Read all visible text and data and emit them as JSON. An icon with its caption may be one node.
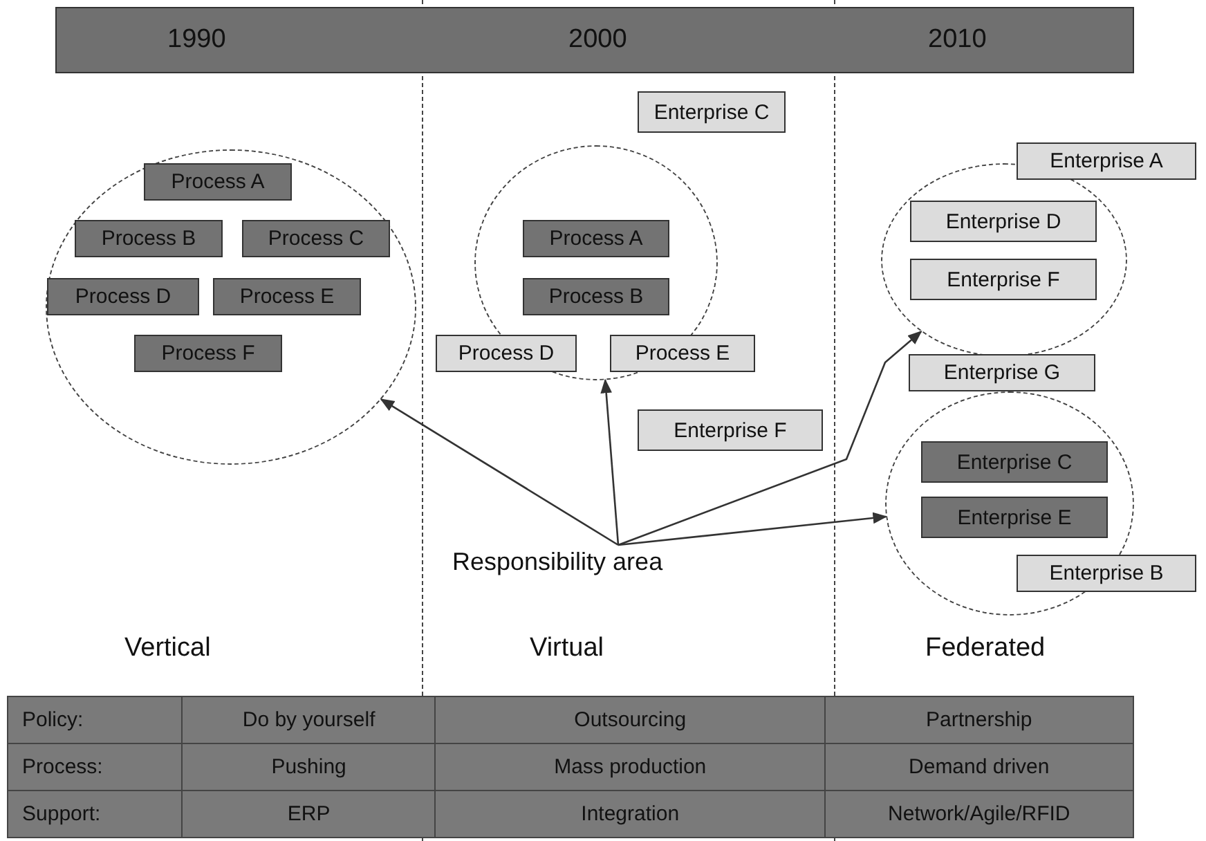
{
  "diagram": {
    "nodes": [
      {
        "text": [
          "1990",
          "2000",
          "2010"
        ]
      },
      {
        "text": [],
        "shape": "circle"
      },
      {
        "text": [
          "Process A"
        ],
        "in": 1
      },
      {
        "text": [
          "Process B"
        ],
        "in": 1
      },
      {
        "text": [
          "Process C"
        ],
        "in": 1
      },
      {
        "text": [
          "Process D"
        ],
        "in": 1
      },
      {
        "text": [
          "Process E"
        ],
        "in": 1
      },
      {
        "text": [
          "Process F"
        ],
        "in": 1
      },
      {
        "text": [
          "Enterprise C"
        ]
      },
      {
        "text": [],
        "shape": "circle"
      },
      {
        "text": [
          "Process A"
        ],
        "in": 9
      },
      {
        "text": [
          "Process B"
        ],
        "in": 9
      },
      {
        "text": [
          "Process D"
        ]
      },
      {
        "text": [
          "Process E"
        ]
      },
      {
        "text": [
          "Enterprise F"
        ]
      },
      {
        "text": [],
        "shape": "circle"
      },
      {
        "text": [
          "Enterprise A"
        ]
      },
      {
        "text": [
          "Enterprise D"
        ],
        "in": 15
      },
      {
        "text": [
          "Enterprise F"
        ],
        "in": 15
      },
      {
        "text": [
          "Enterprise G"
        ]
      },
      {
        "text": [],
        "shape": "circle"
      },
      {
        "text": [
          "Enterprise C"
        ],
        "in": 20
      },
      {
        "text": [
          "Enterprise E"
        ],
        "in": 20
      },
      {
        "text": [
          "Enterprise B"
        ]
      },
      {
        "text": [
          "Responsibility area"
        ]
      }
    ],
    "edges": [
      {
        "from": 24,
        "to": 1,
        "arrow": "to"
      },
      {
        "from": 24,
        "to": 9,
        "arrow": "to"
      },
      {
        "from": 24,
        "to": 15,
        "arrow": "to"
      },
      {
        "from": 24,
        "to": 20,
        "arrow": "to"
      }
    ],
    "labels": [
      "Vertical",
      "Virtual",
      "Federated",
      "Policy:",
      "Do by yourself",
      "Outsourcing",
      "Partnership",
      "Process:",
      "Pushing",
      "Mass production",
      "Demand driven",
      "Support:",
      "ERP",
      "Integration",
      "Network/Agile/RFID"
    ]
  }
}
